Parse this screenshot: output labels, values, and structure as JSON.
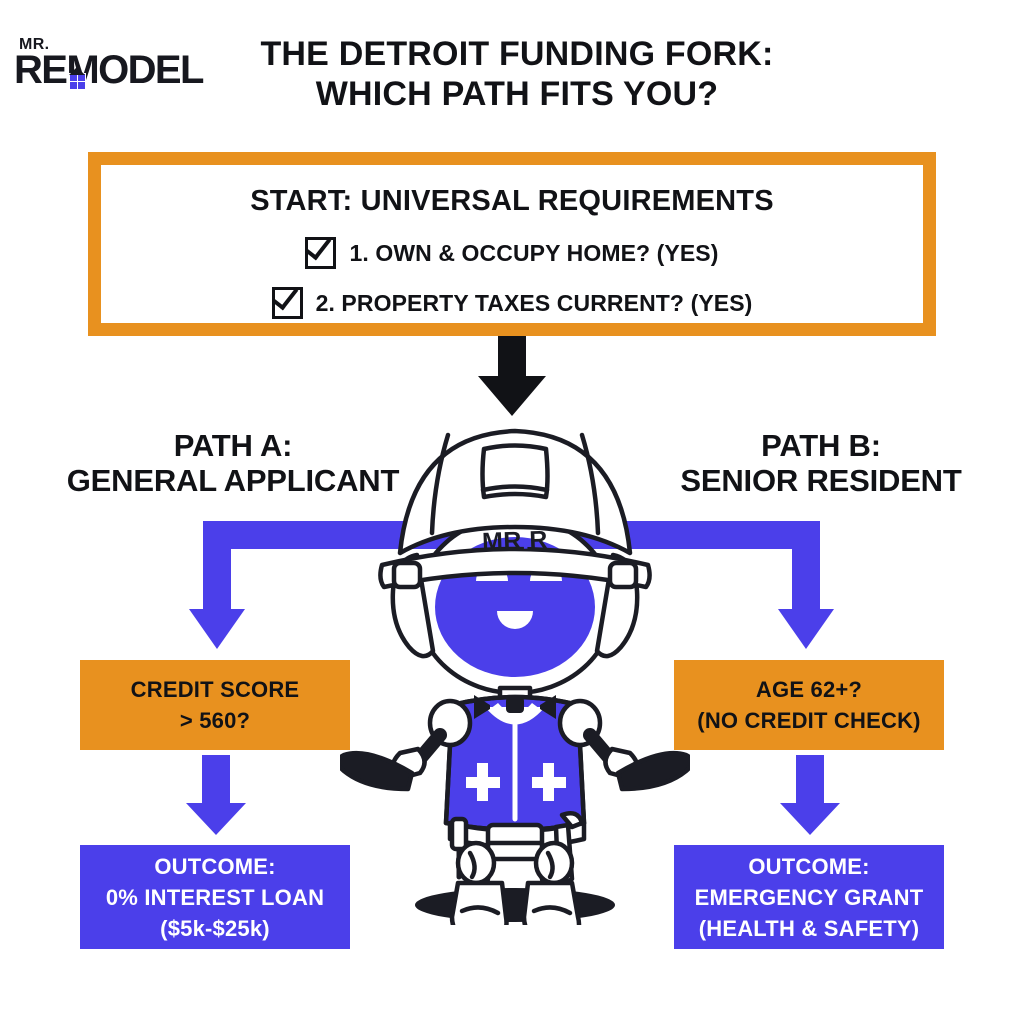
{
  "brand": {
    "logo_top": "MR.",
    "logo_main": "REMODEL",
    "icon": "house-window-icon"
  },
  "header": {
    "title_line_1": "THE DETROIT FUNDING FORK:",
    "title_line_2": "WHICH PATH FITS YOU?"
  },
  "start_box": {
    "title": "START: UNIVERSAL REQUIREMENTS",
    "requirements": [
      {
        "checkbox": "checked",
        "text": "1. OWN & OCCUPY HOME? (YES)"
      },
      {
        "checkbox": "checked",
        "text": "2. PROPERTY TAXES CURRENT? (YES)"
      }
    ]
  },
  "paths": {
    "a": {
      "label_line_1": "PATH A:",
      "label_line_2": "GENERAL APPLICANT",
      "decision": {
        "line_1": "CREDIT SCORE",
        "line_2": "> 560?"
      },
      "outcome": {
        "line_1": "OUTCOME:",
        "line_2": "0% INTEREST LOAN",
        "line_3": "($5k-$25k)"
      }
    },
    "b": {
      "label_line_1": "PATH B:",
      "label_line_2": "SENIOR RESIDENT",
      "decision": {
        "line_1": "AGE 62+?",
        "line_2": "(NO CREDIT CHECK)"
      },
      "outcome": {
        "line_1": "OUTCOME:",
        "line_2": "EMERGENCY GRANT",
        "line_3": "(HEALTH & SAFETY)"
      }
    }
  },
  "mascot": {
    "helmet_text_left": "MR",
    "helmet_text_dot": ".",
    "helmet_text_right": "R",
    "description": "robot-mascot-hardhat"
  },
  "colors": {
    "orange": "#E8911F",
    "purple": "#4B3FEA",
    "ink": "#111216",
    "background": "#FFFFFF"
  }
}
